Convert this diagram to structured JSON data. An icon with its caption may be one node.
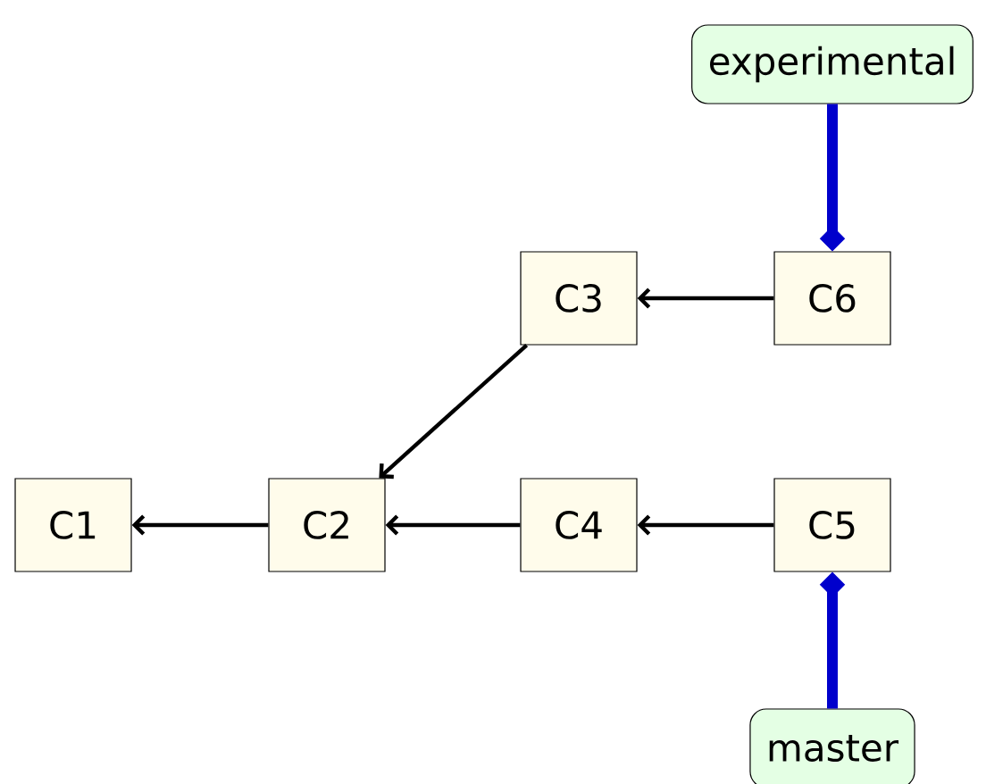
{
  "diagram": {
    "nodes": [
      {
        "text": [
          "experimental"
        ]
      },
      {
        "text": [
          "C3"
        ]
      },
      {
        "text": [
          "C6"
        ]
      },
      {
        "text": [
          "C1"
        ]
      },
      {
        "text": [
          "C2"
        ]
      },
      {
        "text": [
          "C4"
        ]
      },
      {
        "text": [
          "C5"
        ]
      },
      {
        "text": [
          "master"
        ]
      }
    ],
    "edges": [
      {
        "from": 0,
        "to": 2,
        "arrow": "to",
        "style": "thick",
        "color": "#0000cc"
      },
      {
        "from": 2,
        "to": 1,
        "arrow": "to"
      },
      {
        "from": 1,
        "to": 4,
        "arrow": "to"
      },
      {
        "from": 4,
        "to": 3,
        "arrow": "to"
      },
      {
        "from": 5,
        "to": 4,
        "arrow": "to"
      },
      {
        "from": 6,
        "to": 5,
        "arrow": "to"
      },
      {
        "from": 7,
        "to": 6,
        "arrow": "to",
        "style": "thick",
        "color": "#0000cc"
      }
    ]
  }
}
